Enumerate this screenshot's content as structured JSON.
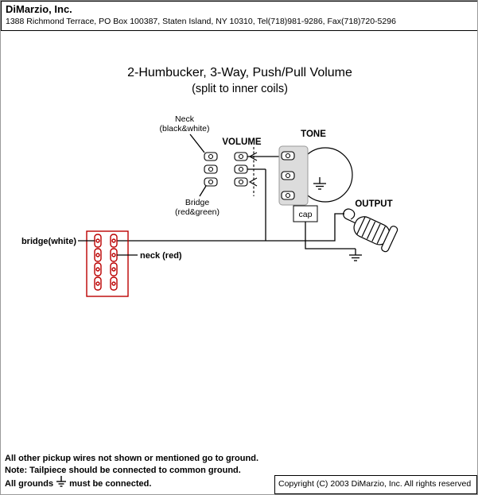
{
  "header": {
    "company": "DiMarzio, Inc.",
    "address": "1388 Richmond Terrace, PO Box 100387, Staten Island, NY 10310, Tel(718)981-9286, Fax(718)720-5296"
  },
  "title": {
    "line1": "2-Humbucker, 3-Way, Push/Pull Volume",
    "line2": "(split to inner coils)"
  },
  "diagram": {
    "neck_label": {
      "line1": "Neck",
      "line2": "(black&white)"
    },
    "bridge_label": {
      "line1": "Bridge",
      "line2": "(red&green)"
    },
    "volume_label": "VOLUME",
    "tone_label": "TONE",
    "cap_label": "cap",
    "output_label": "OUTPUT",
    "selector": {
      "bridge_wire": "bridge(white)",
      "neck_wire": "neck (red)"
    },
    "colors": {
      "selector_outline": "#bb0000",
      "wire": "#000000",
      "pot_shade": "#dcdcdc"
    }
  },
  "notes": {
    "line1": "All other pickup wires not shown or mentioned go to ground.",
    "line2": "Note: Tailpiece should be connected to common ground.",
    "line3_before_symbol": "All grounds",
    "line3_after_symbol": "must be connected."
  },
  "copyright": "Copyright (C) 2003 DiMarzio, Inc. All rights reserved"
}
